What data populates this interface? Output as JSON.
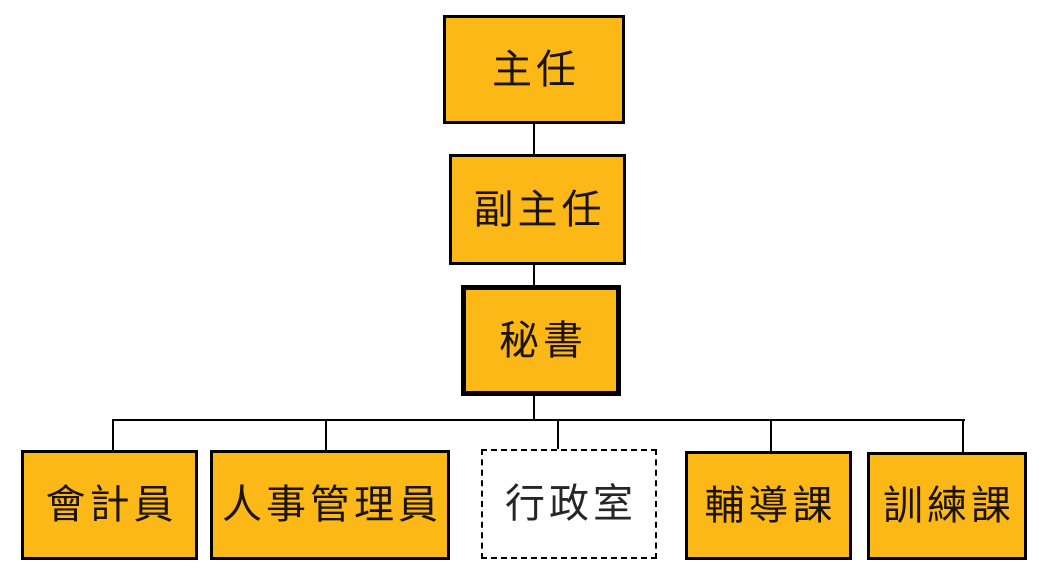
{
  "diagram": {
    "type": "org-chart",
    "background_color": "#FFFFFF",
    "node_fill_color": "#FBB817",
    "node_border_color": "#000000",
    "connector_color": "#000000",
    "nodes": {
      "director": {
        "label": "主任",
        "style": "solid-orange"
      },
      "deputy_director": {
        "label": "副主任",
        "style": "solid-orange"
      },
      "secretary": {
        "label": "秘書",
        "style": "solid-orange-thick-border"
      },
      "accountant": {
        "label": "會計員",
        "style": "solid-orange"
      },
      "personnel_manager": {
        "label": "人事管理員",
        "style": "solid-orange"
      },
      "admin_office": {
        "label": "行政室",
        "style": "dashed-white"
      },
      "counseling_section": {
        "label": "輔導課",
        "style": "solid-orange"
      },
      "training_section": {
        "label": "訓練課",
        "style": "solid-orange"
      }
    },
    "edges": [
      {
        "from": "director",
        "to": "deputy_director"
      },
      {
        "from": "deputy_director",
        "to": "secretary"
      },
      {
        "from": "secretary",
        "to": "accountant"
      },
      {
        "from": "secretary",
        "to": "personnel_manager"
      },
      {
        "from": "secretary",
        "to": "admin_office"
      },
      {
        "from": "secretary",
        "to": "counseling_section"
      },
      {
        "from": "secretary",
        "to": "training_section"
      }
    ]
  }
}
